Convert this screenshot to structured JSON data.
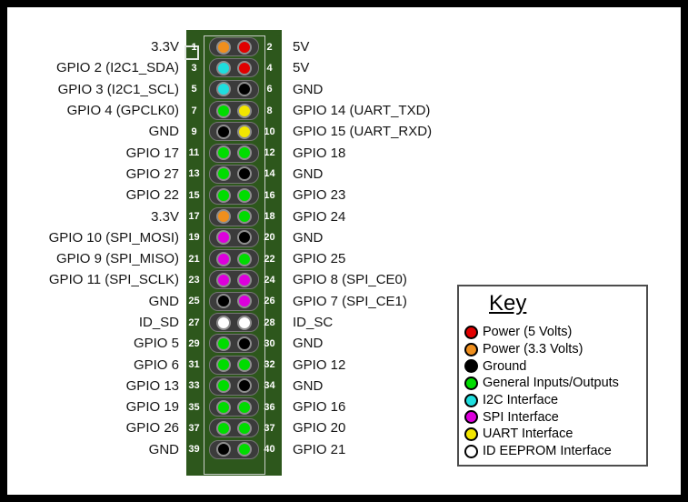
{
  "colors": {
    "power_5v": "#e10000",
    "power_3v3": "#ef8f1e",
    "ground": "#000000",
    "gpio": "#00dc00",
    "i2c": "#1fdede",
    "spi": "#dc00dc",
    "uart": "#f2e600",
    "id_eeprom": "#ffffff",
    "pcb_green": "#2d571c"
  },
  "pins": [
    {
      "l_label": "3.3V",
      "l_num": "1",
      "l_color": "#ef8f1e",
      "r_color": "#e10000",
      "r_num": "2",
      "r_label": "5V"
    },
    {
      "l_label": "GPIO 2 (I2C1_SDA)",
      "l_num": "3",
      "l_color": "#1fdede",
      "r_color": "#e10000",
      "r_num": "4",
      "r_label": "5V"
    },
    {
      "l_label": "GPIO 3 (I2C1_SCL)",
      "l_num": "5",
      "l_color": "#1fdede",
      "r_color": "#000000",
      "r_num": "6",
      "r_label": "GND"
    },
    {
      "l_label": "GPIO 4 (GPCLK0)",
      "l_num": "7",
      "l_color": "#00dc00",
      "r_color": "#f2e600",
      "r_num": "8",
      "r_label": "GPIO 14 (UART_TXD)"
    },
    {
      "l_label": "GND",
      "l_num": "9",
      "l_color": "#000000",
      "r_color": "#f2e600",
      "r_num": "10",
      "r_label": "GPIO 15 (UART_RXD)"
    },
    {
      "l_label": "GPIO 17",
      "l_num": "11",
      "l_color": "#00dc00",
      "r_color": "#00dc00",
      "r_num": "12",
      "r_label": "GPIO 18"
    },
    {
      "l_label": "GPIO 27",
      "l_num": "13",
      "l_color": "#00dc00",
      "r_color": "#000000",
      "r_num": "14",
      "r_label": "GND"
    },
    {
      "l_label": "GPIO 22",
      "l_num": "15",
      "l_color": "#00dc00",
      "r_color": "#00dc00",
      "r_num": "16",
      "r_label": "GPIO 23"
    },
    {
      "l_label": "3.3V",
      "l_num": "17",
      "l_color": "#ef8f1e",
      "r_color": "#00dc00",
      "r_num": "18",
      "r_label": "GPIO 24"
    },
    {
      "l_label": "GPIO 10 (SPI_MOSI)",
      "l_num": "19",
      "l_color": "#dc00dc",
      "r_color": "#000000",
      "r_num": "20",
      "r_label": "GND"
    },
    {
      "l_label": "GPIO 9 (SPI_MISO)",
      "l_num": "21",
      "l_color": "#dc00dc",
      "r_color": "#00dc00",
      "r_num": "22",
      "r_label": "GPIO 25"
    },
    {
      "l_label": "GPIO 11 (SPI_SCLK)",
      "l_num": "23",
      "l_color": "#dc00dc",
      "r_color": "#dc00dc",
      "r_num": "24",
      "r_label": "GPIO 8 (SPI_CE0)"
    },
    {
      "l_label": "GND",
      "l_num": "25",
      "l_color": "#000000",
      "r_color": "#dc00dc",
      "r_num": "26",
      "r_label": "GPIO 7 (SPI_CE1)"
    },
    {
      "l_label": "ID_SD",
      "l_num": "27",
      "l_color": "#ffffff",
      "r_color": "#ffffff",
      "r_num": "28",
      "r_label": "ID_SC"
    },
    {
      "l_label": "GPIO 5",
      "l_num": "29",
      "l_color": "#00dc00",
      "r_color": "#000000",
      "r_num": "30",
      "r_label": "GND"
    },
    {
      "l_label": "GPIO 6",
      "l_num": "31",
      "l_color": "#00dc00",
      "r_color": "#00dc00",
      "r_num": "32",
      "r_label": "GPIO 12"
    },
    {
      "l_label": "GPIO 13",
      "l_num": "33",
      "l_color": "#00dc00",
      "r_color": "#000000",
      "r_num": "34",
      "r_label": "GND"
    },
    {
      "l_label": "GPIO 19",
      "l_num": "35",
      "l_color": "#00dc00",
      "r_color": "#00dc00",
      "r_num": "36",
      "r_label": "GPIO 16"
    },
    {
      "l_label": "GPIO 26",
      "l_num": "37",
      "l_color": "#00dc00",
      "r_color": "#00dc00",
      "r_num": "37",
      "r_label": "GPIO 20"
    },
    {
      "l_label": "GND",
      "l_num": "39",
      "l_color": "#000000",
      "r_color": "#00dc00",
      "r_num": "40",
      "r_label": "GPIO 21"
    }
  ],
  "legend": {
    "title": "Key",
    "items": [
      {
        "label": "Power (5 Volts)",
        "color": "#e10000"
      },
      {
        "label": "Power (3.3 Volts)",
        "color": "#ef8f1e"
      },
      {
        "label": "Ground",
        "color": "#000000"
      },
      {
        "label": "General Inputs/Outputs",
        "color": "#00dc00"
      },
      {
        "label": "I2C Interface",
        "color": "#1fdede"
      },
      {
        "label": "SPI Interface",
        "color": "#dc00dc"
      },
      {
        "label": "UART Interface",
        "color": "#f2e600"
      },
      {
        "label": "ID EEPROM Interface",
        "color": "#ffffff"
      }
    ]
  }
}
